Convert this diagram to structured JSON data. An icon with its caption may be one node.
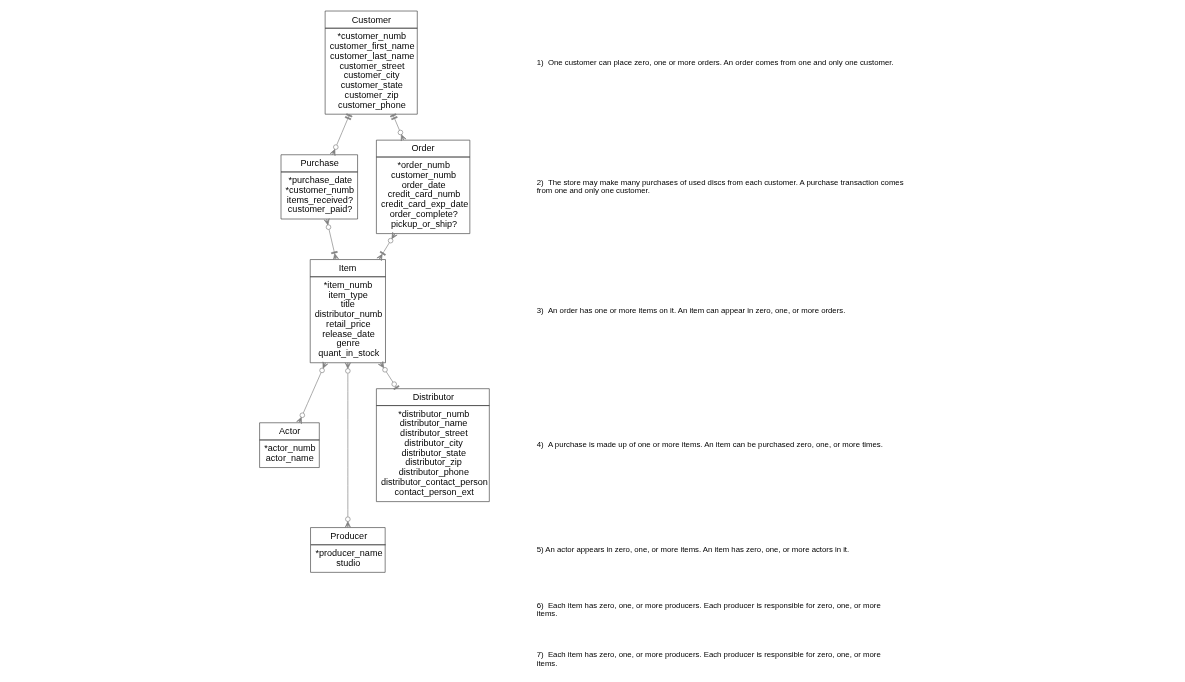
{
  "diagram": {
    "nodes": [
      {
        "text": [
          "Customer",
          "*customer_numb",
          "customer_first_name",
          "customer_last_name",
          "customer_street",
          "customer_city",
          "customer_state",
          "customer_zip",
          "customer_phone"
        ]
      },
      {
        "text": [
          "Purchase",
          "*purchase_date",
          "*customer_numb",
          "items_received?",
          "customer_paid?"
        ]
      },
      {
        "text": [
          "Order",
          "*order_numb",
          "customer_numb",
          "order_date",
          "credit_card_numb",
          "credit_card_exp_date",
          "order_complete?",
          "pickup_or_ship?"
        ]
      },
      {
        "text": [
          "Item",
          "*item_numb",
          "item_type",
          "title",
          "distributor_numb",
          "retail_price",
          "release_date",
          "genre",
          "quant_in_stock"
        ]
      },
      {
        "text": [
          "Actor",
          "*actor_numb",
          "actor_name"
        ]
      },
      {
        "text": [
          "Distributor",
          "*distributor_numb",
          "distributor_name",
          "distributor_street",
          "distributor_city",
          "distributor_state",
          "distributor_zip",
          "distributor_phone",
          "distributor_contact_person",
          "contact_person_ext"
        ]
      },
      {
        "text": [
          "Producer",
          "*producer_name",
          "studio"
        ]
      }
    ],
    "edges": [
      {
        "from": 0,
        "to": 1,
        "arrow": "other"
      },
      {
        "from": 0,
        "to": 2,
        "arrow": "other"
      },
      {
        "from": 1,
        "to": 3,
        "arrow": "other"
      },
      {
        "from": 2,
        "to": 3,
        "arrow": "other"
      },
      {
        "from": 3,
        "to": 4,
        "arrow": "other"
      },
      {
        "from": 3,
        "to": 6,
        "arrow": "other"
      },
      {
        "from": 3,
        "to": 5,
        "arrow": "other"
      }
    ],
    "labels": [
      "1)  One customer can place zero, one or more orders. An order comes from one and only one customer.",
      "2)  The store may make many purchases of used discs from each customer. A purchase transaction comes from one and only one customer.",
      "3)  An order has one or more items on it. An item can appear in zero, one, or more orders.",
      "4)  A purchase is made up of one or more items. An item can be purchased zero, one, or more times.",
      "5) An actor appears in zero, one, or more items. An item has zero, one, or more actors in it.",
      "6)  Each item has zero, one, or more producers. Each producer is responsible for zero, one, or more items.",
      "7)  Each item has zero, one, or more producers. Each producer is responsible for zero, one, or more items."
    ]
  }
}
